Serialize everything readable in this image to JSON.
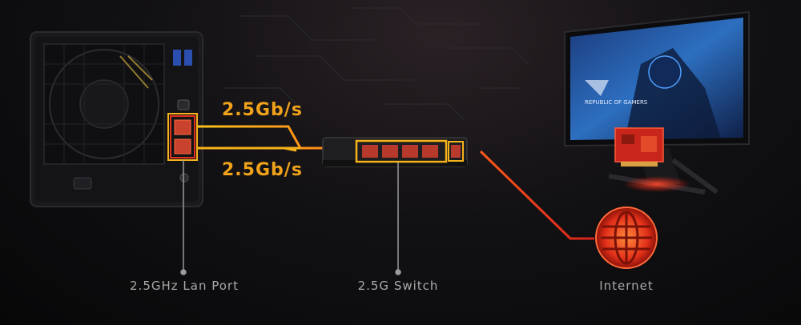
{
  "links": {
    "speed_top": "2.5Gb/s",
    "speed_bottom": "2.5Gb/s"
  },
  "captions": {
    "nas": "2.5GHz Lan Port",
    "switch": "2.5G Switch",
    "internet": "Internet"
  },
  "monitor": {
    "brand_text": "REPUBLIC OF GAMERS"
  },
  "colors": {
    "link_yellow": "#f5b21a",
    "link_red": "#e0301e",
    "caption_gray": "#a9a9a9",
    "speed_orange": "#f0a21a"
  }
}
